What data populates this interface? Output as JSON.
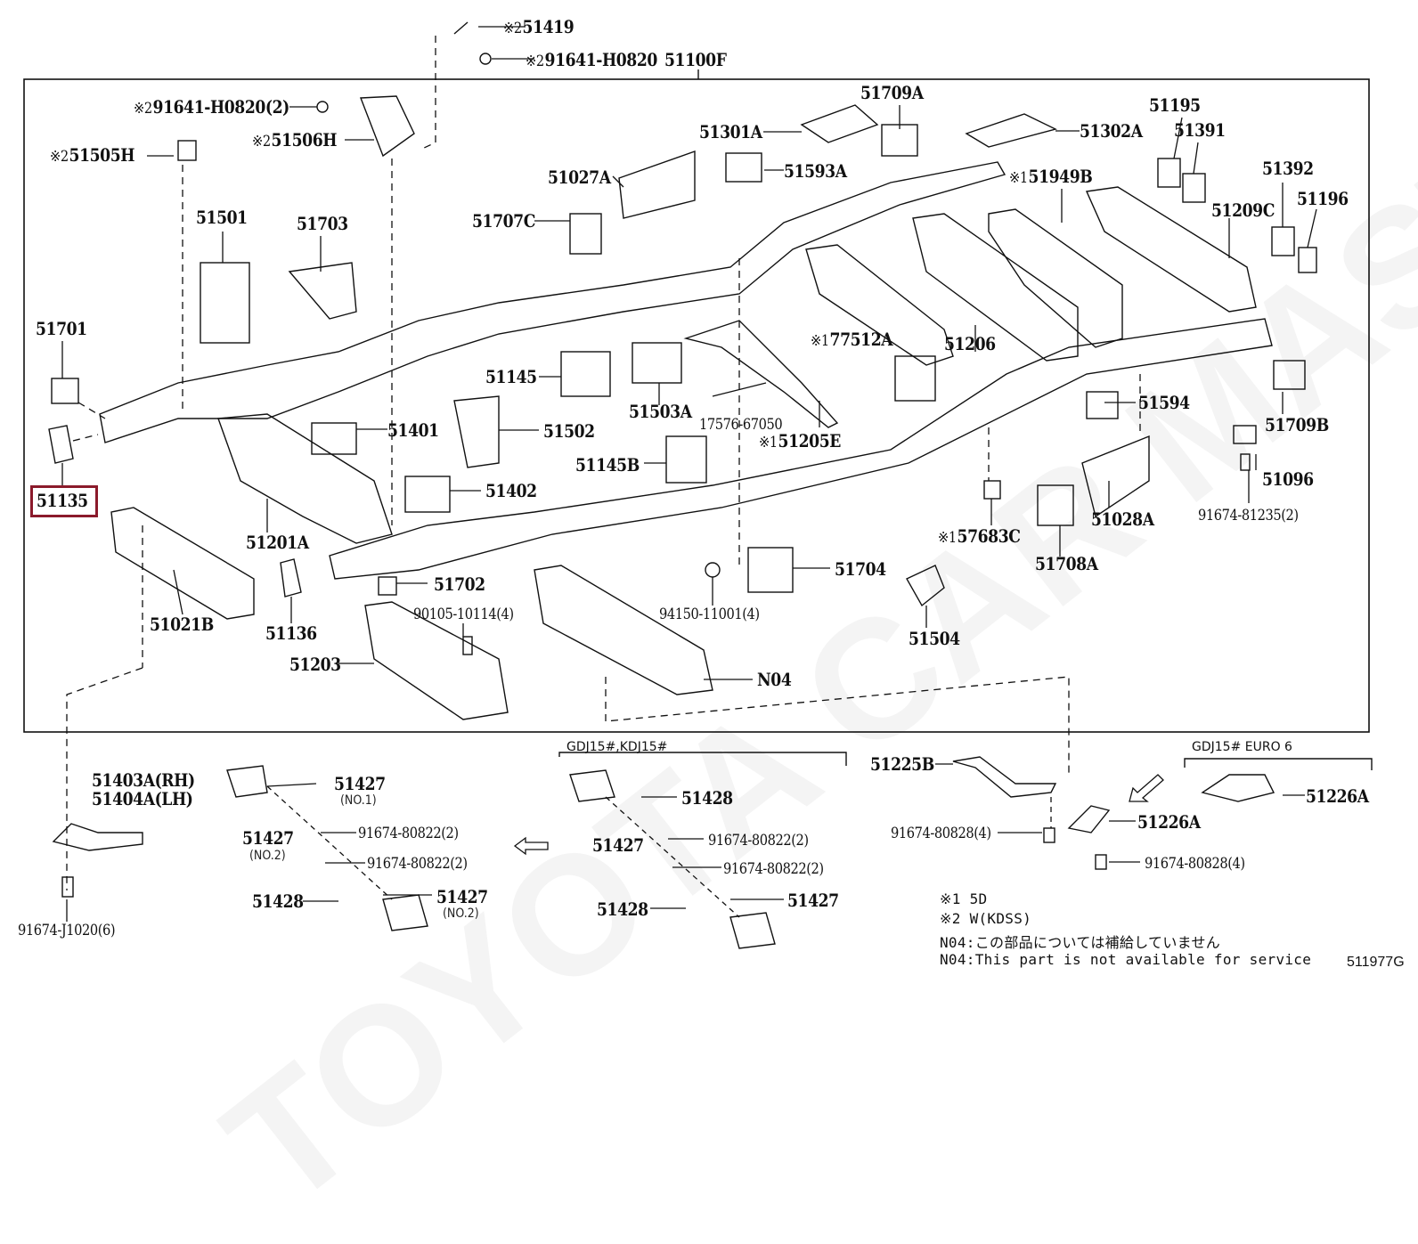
{
  "diagram": {
    "title": "Frame assembly parts diagram",
    "document_id": "511977G",
    "watermark": "TOYOTA CAR MASTER",
    "highlighted_part": "51135",
    "assembly": {
      "part": "51100F"
    },
    "marks": {
      "m1": "※1",
      "m2": "※2"
    },
    "parts": {
      "p51419": "51419",
      "p91641_H0820": "91641-H0820",
      "p51100F": "51100F",
      "p91641_H0820_2": "91641-H0820(2)",
      "p51506H": "51506H",
      "p51505H": "51505H",
      "p51301A": "51301A",
      "p51709A": "51709A",
      "p51302A": "51302A",
      "p51195": "51195",
      "p51391": "51391",
      "p51593A": "51593A",
      "p51027A": "51027A",
      "p51949B": "51949B",
      "p51392": "51392",
      "p51196": "51196",
      "p51209C": "51209C",
      "p51707C": "51707C",
      "p51501": "51501",
      "p51703": "51703",
      "p51701": "51701",
      "p51206": "51206",
      "p77512A": "77512A",
      "p51145": "51145",
      "p51503A": "51503A",
      "p51594": "51594",
      "p17576_67050": "17576-67050",
      "p51709B": "51709B",
      "p51401": "51401",
      "p51502": "51502",
      "p51205E": "51205E",
      "p51135": "51135",
      "p51145B": "51145B",
      "p51096": "51096",
      "p51402": "51402",
      "p51201A": "51201A",
      "p57683C": "57683C",
      "p51028A": "51028A",
      "p91674_81235_2": "91674-81235(2)",
      "p51708A": "51708A",
      "p51704": "51704",
      "p51702": "51702",
      "p51021B": "51021B",
      "p51136": "51136",
      "p90105_10114_4": "90105-10114(4)",
      "p94150_11001_4": "94150-11001(4)",
      "p51504": "51504",
      "p51203": "51203",
      "pN04": "N04"
    },
    "subgroups": {
      "gdj_kdj": {
        "label": "GDJ15#,KDJ15#"
      },
      "euro6": {
        "label": "GDJ15# EURO 6"
      }
    },
    "lower": {
      "p51403A_RH": "51403A(RH)",
      "p51404A_LH": "51404A(LH)",
      "p91674_J1020_6": "91674-J1020(6)",
      "left_51427_no1": "51427",
      "left_51427_no1_sub": "(NO.1)",
      "left_51427_no2a": "51427",
      "left_51427_no2a_sub": "(NO.2)",
      "left_91674_80822_a": "91674-80822(2)",
      "left_91674_80822_b": "91674-80822(2)",
      "left_51428": "51428",
      "left_51427_no2b": "51427",
      "left_51427_no2b_sub": "(NO.2)",
      "mid_51428_a": "51428",
      "mid_51427_a": "51427",
      "mid_91674_80822_a": "91674-80822(2)",
      "mid_91674_80822_b": "91674-80822(2)",
      "mid_51428_b": "51428",
      "mid_51427_b": "51427",
      "p51225B": "51225B",
      "p91674_80828_a": "91674-80828(4)",
      "p51226A_a": "51226A",
      "p51226A_b": "51226A",
      "p91674_80828_b": "91674-80828(4)"
    },
    "legend": {
      "note1": "※1 5D",
      "note2": "※2 W(KDSS)",
      "n04_jp": "N04:この部品については補給していません",
      "n04_en": "N04:This part is not available for service"
    }
  }
}
